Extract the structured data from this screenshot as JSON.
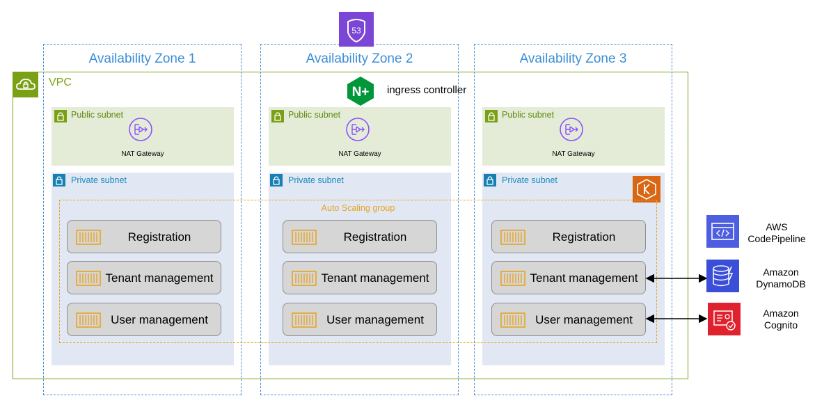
{
  "zones": [
    "Availability Zone 1",
    "Availability Zone 2",
    "Availability Zone 3"
  ],
  "route53": {
    "badge": "53"
  },
  "ingress": {
    "badge": "N+",
    "label": "ingress controller"
  },
  "vpc": {
    "label": "VPC"
  },
  "public_subnet": {
    "label": "Public subnet",
    "nat_label": "NAT Gateway"
  },
  "private_subnet": {
    "label": "Private subnet"
  },
  "asg": {
    "label": "Auto Scaling group"
  },
  "microservices": [
    "Registration",
    "Tenant management",
    "User management"
  ],
  "external_services": [
    {
      "line1": "AWS",
      "line2": "CodePipeline",
      "color": "#4d5fe0"
    },
    {
      "line1": "Amazon",
      "line2": "DynamoDB",
      "color": "#3a4ed8"
    },
    {
      "line1": "Amazon",
      "line2": "Cognito",
      "color": "#e0222f"
    }
  ],
  "colors": {
    "vpc": "#7aa116",
    "zone": "#3b8ed6",
    "asg": "#e7a322",
    "eks": "#d86613",
    "route53": "#7b45d6"
  }
}
